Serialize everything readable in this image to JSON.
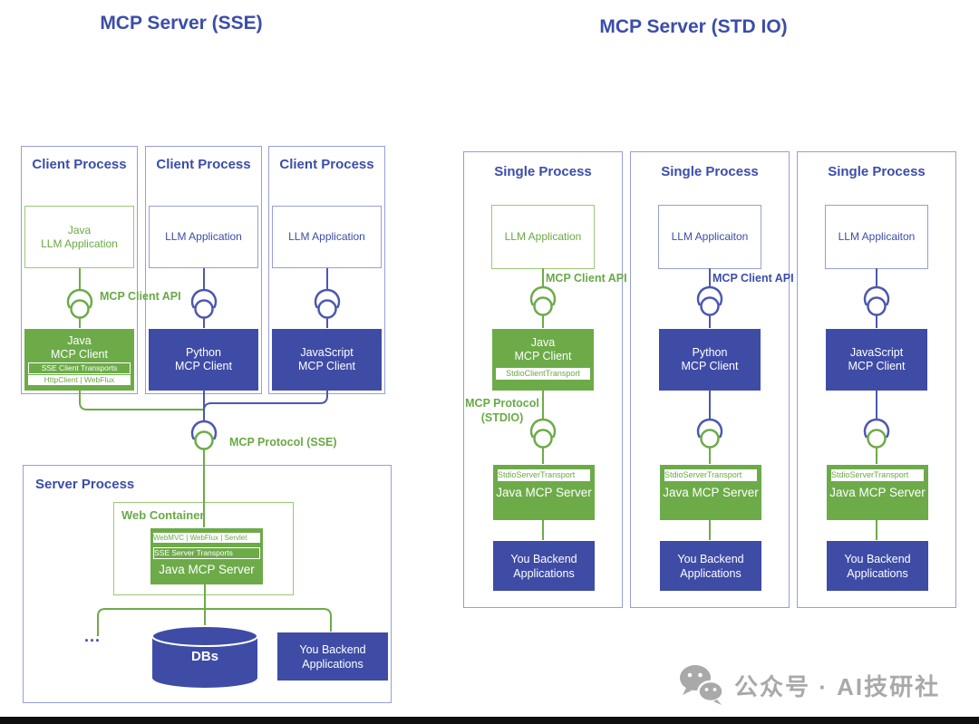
{
  "sse": {
    "title": "MCP Server (SSE)",
    "client_api_label": "MCP Client API",
    "protocol_label": "MCP Protocol (SSE)",
    "columns": [
      {
        "heading": "Client Process",
        "app_line1": "Java",
        "app_line2": "LLM Application",
        "client_line1": "Java",
        "client_line2": "MCP Client",
        "client_strip1": "SSE Client Transports",
        "client_strip2": "HttpClient | WebFlux"
      },
      {
        "heading": "Client Process",
        "app": "LLM Application",
        "client_line1": "Python",
        "client_line2": "MCP Client"
      },
      {
        "heading": "Client Process",
        "app": "LLM Application",
        "client_line1": "JavaScript",
        "client_line2": "MCP Client"
      }
    ],
    "server": {
      "heading": "Server Process",
      "web_container": "Web Container",
      "server_strip1": "WebMVC | WebFlux | Servlet",
      "server_strip2": "SSE Server Transports",
      "server_label": "Java MCP Server",
      "ellipsis": "...",
      "dbs": "DBs",
      "backend_line1": "You Backend",
      "backend_line2": "Applications"
    }
  },
  "stdio": {
    "title": "MCP Server (STD IO)",
    "client_api_label": "MCP Client API",
    "protocol_line1": "MCP Protocol",
    "protocol_line2": "(STDIO)",
    "columns": [
      {
        "heading": "Single Process",
        "app": "LLM Application",
        "client_line1": "Java",
        "client_line2": "MCP Client",
        "client_strip": "StdioClientTransport",
        "server_strip": "StdioServerTransport",
        "server_label": "Java MCP Server",
        "backend_line1": "You Backend",
        "backend_line2": "Applications"
      },
      {
        "heading": "Single Process",
        "app": "LLM Applicaiton",
        "client_line1": "Python",
        "client_line2": "MCP Client",
        "server_strip": "StdioServerTransport",
        "server_label": "Java MCP Server",
        "backend_line1": "You Backend",
        "backend_line2": "Applications"
      },
      {
        "heading": "Single Process",
        "app": "LLM Applicaiton",
        "client_line1": "JavaScript",
        "client_line2": "MCP Client",
        "server_strip": "StdioServerTransport",
        "server_label": "Java MCP Server",
        "backend_line1": "You Backend",
        "backend_line2": "Applications"
      }
    ]
  },
  "watermark": {
    "label": "公众号 · AI技研社"
  },
  "colors": {
    "blue_fill": "#3e4ca6",
    "blue_text": "#3b4daa",
    "blue_border": "#969edb",
    "green_fill": "#6dab49",
    "green_text": "#69a945",
    "green_border": "#97cb74",
    "watermark_gray": "#a9a9a9"
  }
}
